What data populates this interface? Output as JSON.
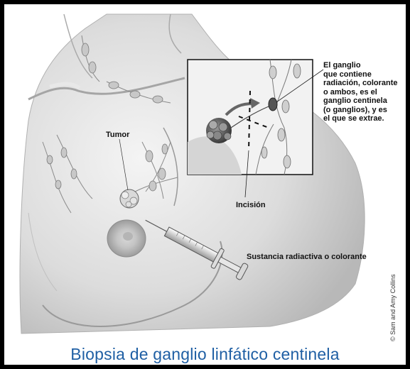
{
  "callout_text": "El ganglio\nque contiene\nradiación, colorante\no ambos, es el\nganglio centinela\n(o ganglios), y es\nel que se extrae.",
  "tumor_label": "Tumor",
  "incision_label": "Incisión",
  "substance_label": "Sustancia radiactiva o colorante",
  "credit": "© Sam and Amy Collins",
  "title": "Biopsia de ganglio linfático centinela",
  "colors": {
    "title": "#1f5fa4",
    "frame": "#000000",
    "background": "#ffffff"
  }
}
